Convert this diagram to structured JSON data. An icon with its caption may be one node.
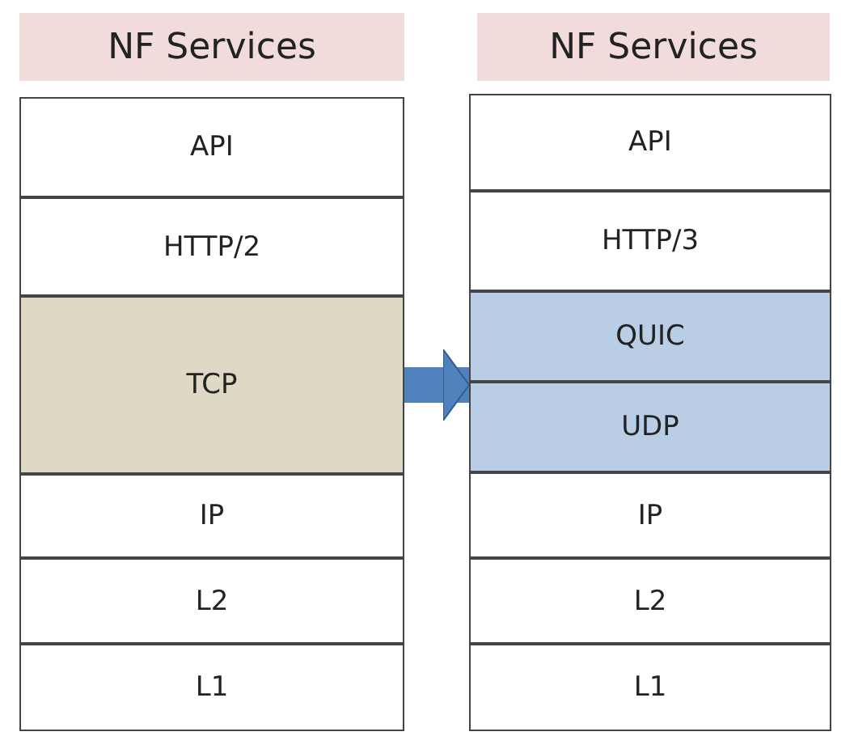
{
  "diagram": {
    "nodes": [
      {
        "text": [
          "NF Services"
        ]
      },
      {
        "text": [
          "API"
        ]
      },
      {
        "text": [
          "HTTP/2"
        ]
      },
      {
        "text": [
          "TCP"
        ]
      },
      {
        "text": [
          "IP"
        ]
      },
      {
        "text": [
          "L2"
        ]
      },
      {
        "text": [
          "L1"
        ]
      },
      {
        "text": [
          "NF Services"
        ]
      },
      {
        "text": [
          "API"
        ]
      },
      {
        "text": [
          "HTTP/3"
        ]
      },
      {
        "text": [
          "QUIC"
        ]
      },
      {
        "text": [
          "UDP"
        ]
      },
      {
        "text": [
          "IP"
        ]
      },
      {
        "text": [
          "L2"
        ]
      },
      {
        "text": [
          "L1"
        ]
      }
    ],
    "edges": [
      {
        "from": 3,
        "to": 11,
        "arrow": "to"
      }
    ]
  }
}
